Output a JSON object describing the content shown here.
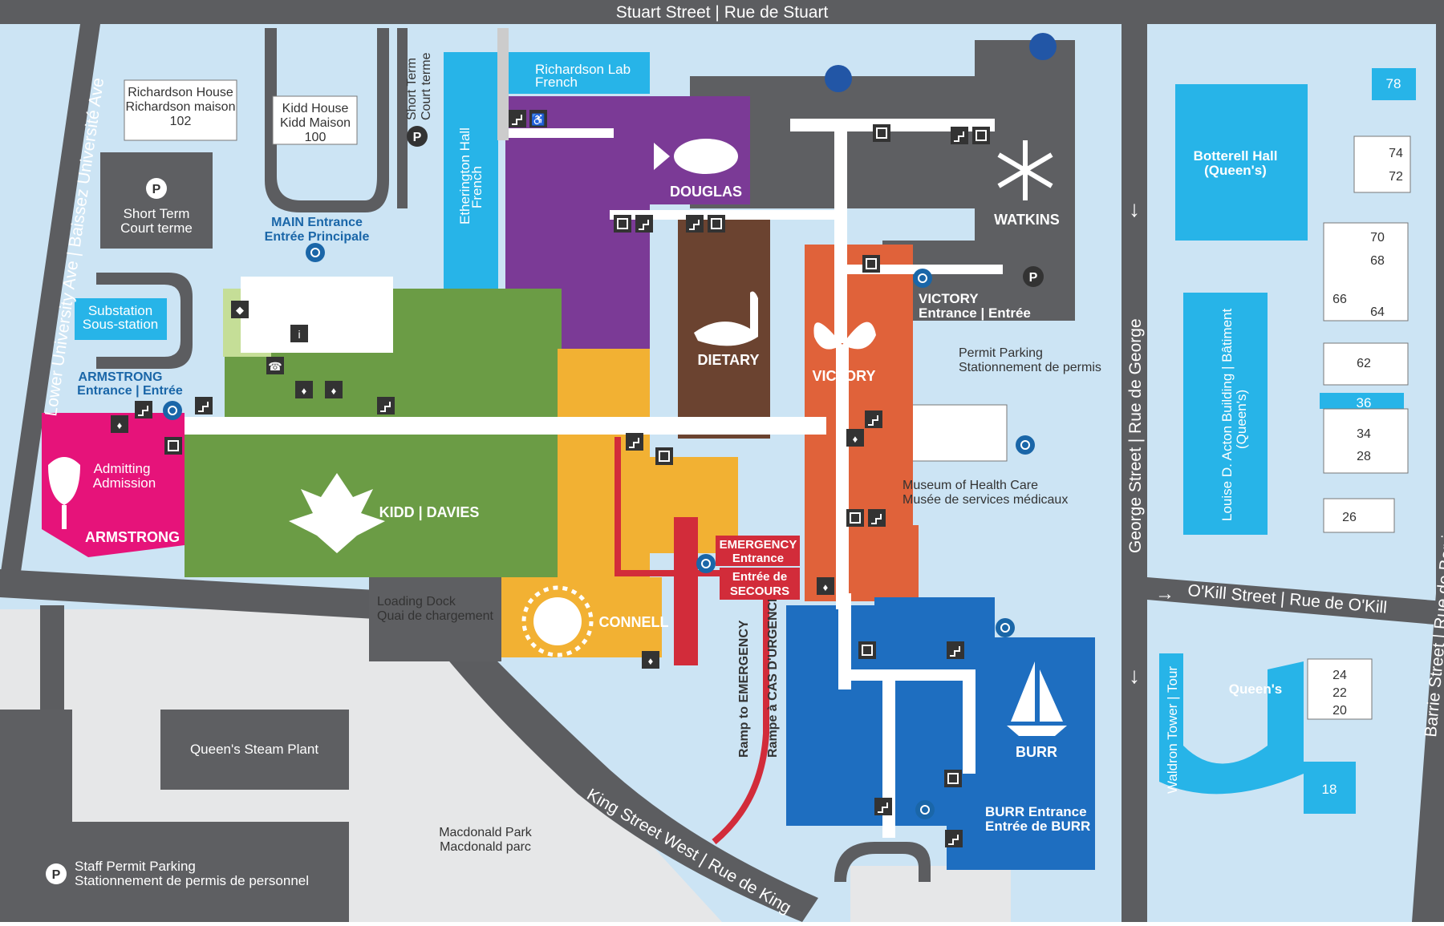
{
  "roads": {
    "stuart": "Stuart Street  |  Rue de Stuart",
    "lower_university": "Lower University Ave  |  Baissez Université Ave",
    "george": "George  Street  |  Rue de George",
    "okill": "O'Kill Street  |  Rue de O'Kill",
    "barrie": "Barrie Street  |  Rue de Barrie",
    "king": "King Street West  |  Rue de King",
    "ramp_en": "Ramp to EMERGENCY",
    "ramp_fr": "Rampe à CAS D'URGENCE"
  },
  "buildings": {
    "douglas": "DOUGLAS",
    "watkins": "WATKINS",
    "dietary": "DIETARY",
    "victory": "VICTORY",
    "kidd_davies": "KIDD | DAVIES",
    "connell": "CONNELL",
    "burr": "BURR",
    "armstrong": "ARMSTRONG"
  },
  "labels": {
    "richardson_house": [
      "Richardson House",
      "Richardson maison",
      "102"
    ],
    "kidd_house": [
      "Kidd House",
      "Kidd Maison",
      "100"
    ],
    "short_term_top": [
      "Short Term",
      "Court terme"
    ],
    "short_term_left": [
      "Short Term",
      "Court terme"
    ],
    "main_entrance": [
      "MAIN Entrance",
      "Entrée Principale"
    ],
    "substation": [
      "Substation",
      "Sous-station"
    ],
    "armstrong_entrance": [
      "ARMSTRONG",
      "Entrance  |  Entrée"
    ],
    "admitting": [
      "Admitting",
      "Admission"
    ],
    "richardson_lab": [
      "Richardson Lab",
      "French"
    ],
    "etherington": [
      "Etherington Hall",
      "French"
    ],
    "victory_entrance": [
      "VICTORY",
      "Entrance  |  Entrée"
    ],
    "permit_parking": [
      "Permit Parking",
      "Stationnement de permis"
    ],
    "museum": [
      "Museum of Health Care",
      "Musée de services médicaux"
    ],
    "emergency_entrance": [
      "EMERGENCY",
      "Entrance"
    ],
    "entree_secours": [
      "Entrée de",
      "SECOURS"
    ],
    "loading_dock": [
      "Loading Dock",
      "Quai de chargement"
    ],
    "steam_plant": "Queen's Steam Plant",
    "macdonald_park": [
      "Macdonald Park",
      "Macdonald parc"
    ],
    "staff_parking": [
      "Staff Permit Parking",
      "Stationnement de permis de personnel"
    ],
    "burr_entrance": [
      "BURR Entrance",
      "Entrée de BURR"
    ],
    "botterell": [
      "Botterell Hall",
      "(Queen's)"
    ],
    "acton": [
      "Louise D. Acton Building | Bâtiment",
      "(Queen's)"
    ],
    "waldron": "Waldron Tower | Tour",
    "queens": "Queen's",
    "parking_letter": "P"
  },
  "house_numbers": {
    "n78": "78",
    "n74": "74",
    "n72": "72",
    "n70": "70",
    "n68": "68",
    "n66": "66",
    "n64": "64",
    "n62": "62",
    "n36": "36",
    "n34": "34",
    "n28": "28",
    "n26": "26",
    "n24": "24",
    "n22": "22",
    "n20": "20",
    "n18": "18"
  },
  "colors": {
    "ground": "#cce4f4",
    "road": "#5c5d60",
    "grey_bldg": "#5e5f62",
    "queens_bldg": "#27b4e8",
    "purple": "#7b3a96",
    "green": "#6b9c45",
    "light_green": "#c5de97",
    "orange": "#f2b133",
    "brown": "#6b4330",
    "red_orange": "#e0623a",
    "blue": "#1e6ec0",
    "emergency_red": "#d22c3a",
    "pink": "#e6137a"
  },
  "icons": [
    "stairs-icon",
    "restroom-icon",
    "elevator-icon",
    "wheelchair-icon",
    "parking-icon",
    "phone-icon",
    "information-icon",
    "payphone-icon",
    "water-icon"
  ]
}
